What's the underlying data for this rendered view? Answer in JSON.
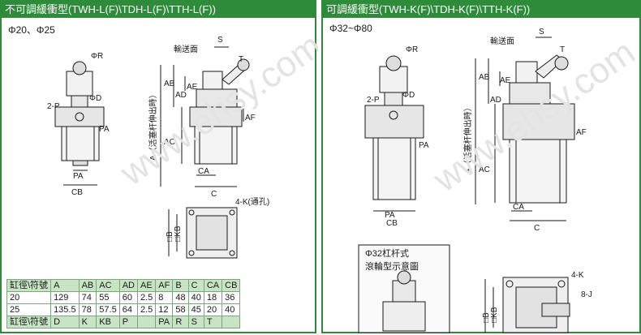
{
  "watermark": "www.ehsy.com",
  "left": {
    "header": "不可調緩衝型(TWH-L(F)\\TDH-L(F)\\TTH-L(F))",
    "subtitle": "Φ20、Φ25",
    "labels": {
      "phiR": "ΦR",
      "feed": "輸送面",
      "S": "S",
      "T": "T",
      "AE": "AE",
      "AD": "AD",
      "AB": "AB",
      "AC": "AC",
      "A": "A（活塞杆伸出時）",
      "AF": "AF",
      "twoP": "2-P",
      "phiD": "ΦD",
      "PA": "PA",
      "PA2": "PA",
      "CB": "CB",
      "CA": "CA",
      "C": "C",
      "fourK": "4-K(通孔)",
      "sq": "□B",
      "KB": "□KB"
    },
    "table": {
      "header1": [
        "缸徑\\符號",
        "A",
        "AB",
        "AC",
        "AD",
        "AE",
        "AF",
        "B",
        "C",
        "CA",
        "CB"
      ],
      "rows": [
        [
          "20",
          "129",
          "74",
          "55",
          "60",
          "2.5",
          "8",
          "48",
          "40",
          "18",
          "36"
        ],
        [
          "25",
          "135.5",
          "78",
          "57.5",
          "64",
          "2.5",
          "12",
          "58",
          "45",
          "20",
          "40"
        ]
      ],
      "header2": [
        "缸徑\\符號",
        "D",
        "K",
        "KB",
        "P",
        "",
        "PA",
        "R",
        "S",
        "T",
        ""
      ]
    }
  },
  "right": {
    "header": "可調緩衝型(TWH-K(F)\\TDH-K(F)\\TTH-K(F))",
    "subtitle": "Φ32~Φ80",
    "labels": {
      "phiR": "ΦR",
      "feed": "輸送面",
      "S": "S",
      "T": "T",
      "AE": "AE",
      "AD": "AD",
      "AB": "AB",
      "AC": "AC",
      "A": "A（活塞杆伸出時）",
      "AF": "AF",
      "twoP": "2-P",
      "phiD": "ΦD",
      "PA": "PA",
      "PA2": "PA",
      "CB": "CB",
      "CA": "CA",
      "C": "C",
      "fourK": "4-K",
      "eightJ": "8-J",
      "sq": "□B",
      "KB": "□KB"
    },
    "inset": {
      "line1": "Φ32杠杆式",
      "line2": "滾輪型示意圖"
    }
  }
}
